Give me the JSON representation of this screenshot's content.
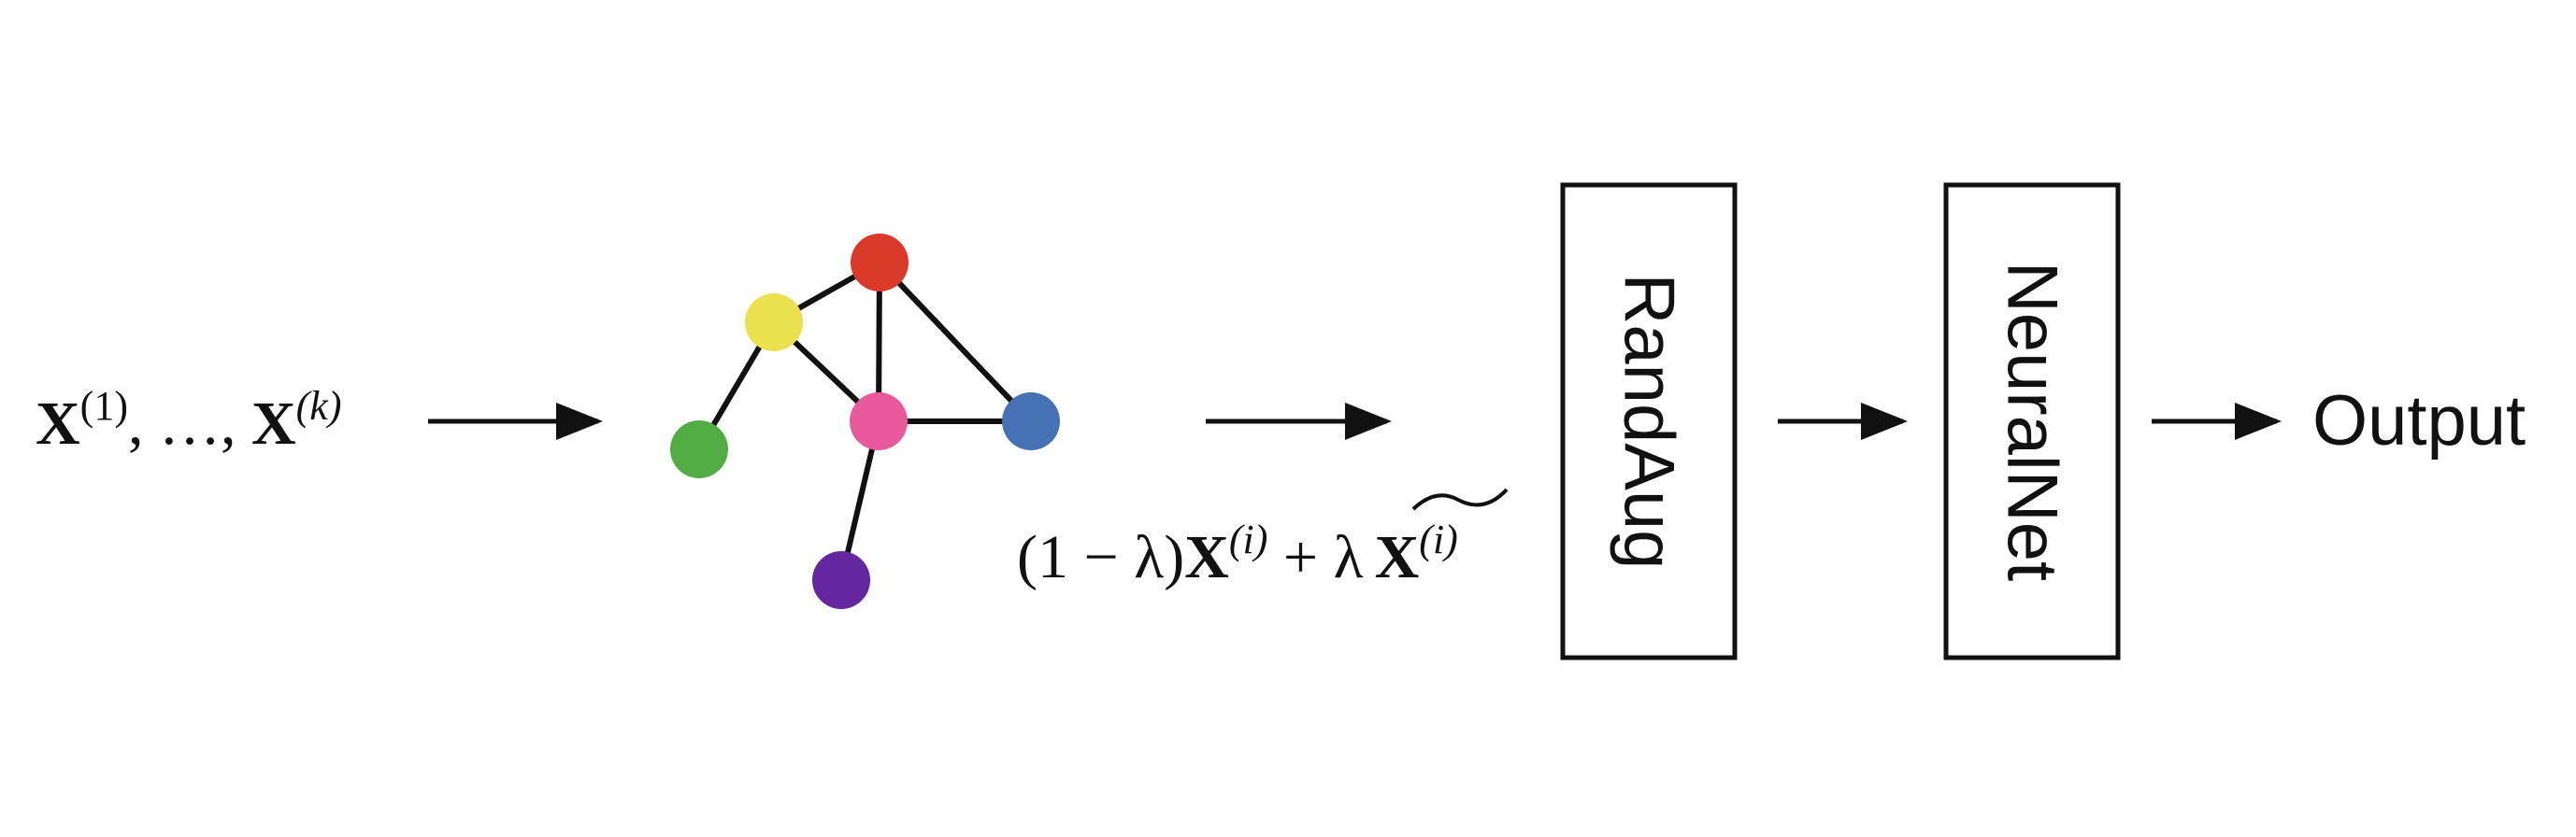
{
  "input_formula": {
    "x_symbol": "X",
    "first_index": "(1)",
    "separator": ", …, ",
    "last_index": "(k)"
  },
  "mix_formula": {
    "prefix": "(1 − λ)",
    "x_symbol": "X",
    "index": "(i)",
    "plus_lambda": " + λ",
    "x_tilde_symbol": "X",
    "tilde_index": "(i)"
  },
  "blocks": {
    "randaug_label": "RandAug",
    "neuralnet_label": "NeuralNet"
  },
  "output_label": "Output",
  "graph": {
    "nodes": [
      {
        "id": "red",
        "color": "#db3a2a"
      },
      {
        "id": "yellow",
        "color": "#ebe04e"
      },
      {
        "id": "green",
        "color": "#52ad45"
      },
      {
        "id": "pink",
        "color": "#e85a9c"
      },
      {
        "id": "blue",
        "color": "#4672b5"
      },
      {
        "id": "purple",
        "color": "#6427a0"
      }
    ],
    "edges": [
      [
        "yellow",
        "red"
      ],
      [
        "yellow",
        "green"
      ],
      [
        "yellow",
        "pink"
      ],
      [
        "red",
        "pink"
      ],
      [
        "red",
        "blue"
      ],
      [
        "pink",
        "blue"
      ],
      [
        "pink",
        "purple"
      ]
    ]
  },
  "colors": {
    "stroke": "#111111",
    "background": "#ffffff"
  }
}
